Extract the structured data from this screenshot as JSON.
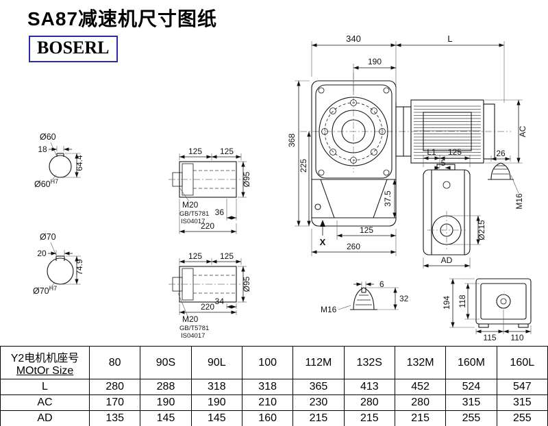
{
  "header": {
    "title": "SA87减速机尺寸图纸",
    "brand": "BOSERL"
  },
  "main_view": {
    "d340": "340",
    "dL": "L",
    "d190": "190",
    "d368": "368",
    "d225": "225",
    "dAC": "AC",
    "d37_5": "37.5",
    "d125": "125",
    "d260": "260",
    "dX": "X"
  },
  "shaft60": {
    "dia": "Ø60",
    "d18": "18",
    "d64_4": "64.4",
    "bore": "Ø60",
    "tol": "H7"
  },
  "shaft70": {
    "dia": "Ø70",
    "d20": "20",
    "d74_9": "74.9",
    "bore": "Ø70",
    "tol": "H7"
  },
  "hollow_top": {
    "d125a": "125",
    "d125b": "125",
    "bolt": "M20",
    "std1": "GB/T5781",
    "std2": "IS04017",
    "d36": "36",
    "d220": "220",
    "dia95": "Ø95"
  },
  "hollow_bottom": {
    "d125a": "125",
    "d125b": "125",
    "bolt": "M20",
    "std1": "GB/T5781",
    "std2": "IS04017",
    "d34": "34",
    "d220": "220",
    "dia95": "Ø95"
  },
  "side_view": {
    "dL1": "L1",
    "d125": "125",
    "d5": "5",
    "dia215": "Ø215",
    "dAD": "AD"
  },
  "key_right": {
    "d26": "26",
    "bolt": "M16"
  },
  "key_bottom": {
    "d6": "6",
    "d32": "32",
    "bolt": "M16"
  },
  "rear_view": {
    "d194": "194",
    "d118": "118",
    "d115": "115",
    "d110": "110"
  },
  "table": {
    "header": {
      "label_line1": "Y2电机机座号",
      "label_line2": "MOtOr Size",
      "sizes": [
        "80",
        "90S",
        "90L",
        "100",
        "112M",
        "132S",
        "132M",
        "160M",
        "160L"
      ]
    },
    "rows": [
      {
        "label": "L",
        "values": [
          "280",
          "288",
          "318",
          "318",
          "365",
          "413",
          "452",
          "524",
          "547"
        ]
      },
      {
        "label": "AC",
        "values": [
          "170",
          "190",
          "190",
          "210",
          "230",
          "280",
          "280",
          "315",
          "315"
        ]
      },
      {
        "label": "AD",
        "values": [
          "135",
          "145",
          "145",
          "160",
          "215",
          "215",
          "215",
          "255",
          "255"
        ]
      }
    ]
  }
}
